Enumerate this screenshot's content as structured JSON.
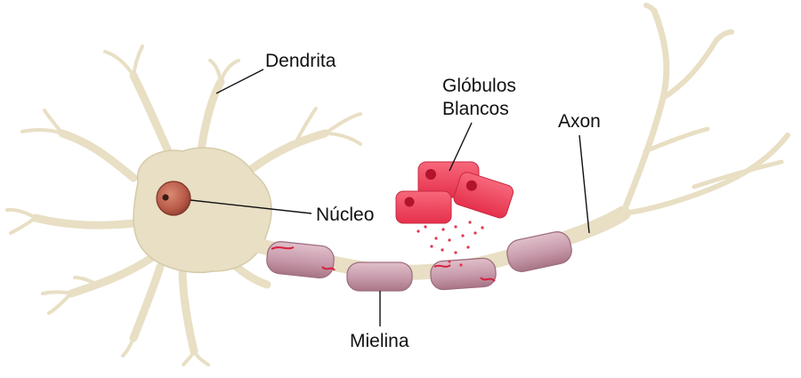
{
  "labels": {
    "dendrite": "Dendrita",
    "white_cells_line1": "Glóbulos",
    "white_cells_line2": "Blancos",
    "axon": "Axon",
    "nucleus": "Núcleo",
    "myelin": "Mielina"
  },
  "colors": {
    "neuron_body": "#e8dfc4",
    "neuron_edge": "#cfc4a0",
    "nucleus": "#b85a48",
    "myelin": "#c79aab",
    "myelin_edge": "#9e6f80",
    "cells": "#ee3f5a",
    "damage": "#d8203f",
    "leader_line": "#111111"
  }
}
